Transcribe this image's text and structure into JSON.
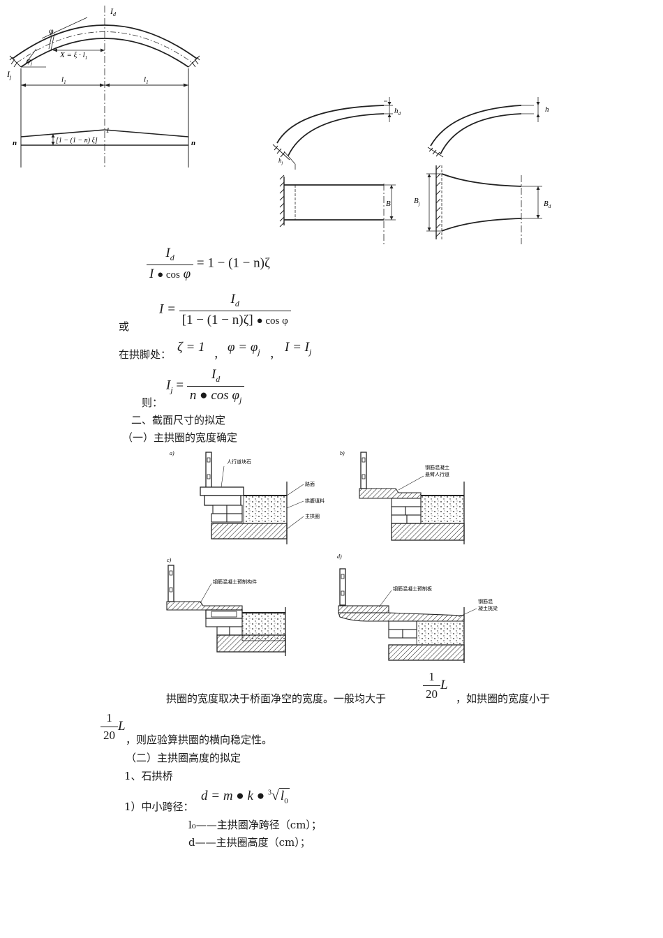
{
  "figure_arch": {
    "label_Id": "I",
    "label_Id_sub": "d",
    "label_phi": "φ",
    "label_phij": "φ",
    "label_phij_sub": "j",
    "label_x": "X = ξ · l",
    "label_x_sub": "1",
    "label_Ij": "I",
    "label_Ij_sub": "j",
    "label_l1_left": "l",
    "label_l1_right": "l",
    "label_l1_sub": "1",
    "label_n_left": "n",
    "label_n_right": "n",
    "label_one": "1",
    "label_formula": "[1 − (1 − n) ξ]"
  },
  "figure_width": {
    "left": {
      "h": "h",
      "h_sub": "d",
      "hj": "h",
      "hj_sub": "j",
      "B": "B"
    },
    "right": {
      "h": "h",
      "Bj": "B",
      "Bj_sub": "j",
      "Bd": "B",
      "Bd_sub": "d"
    }
  },
  "equations": {
    "eq1": {
      "num": "I",
      "num_sub": "d",
      "den_a": "I",
      "den_b": "● cos",
      "den_c": "φ",
      "rhs": "= 1 − (1 − n)ζ"
    },
    "or_label": "或",
    "eq2": {
      "lhs": "I =",
      "num": "I",
      "num_sub": "d",
      "den": "[1 − (1 − n)ζ]",
      "den_tail": "● cos φ"
    },
    "at_foot_label": "在拱脚处：",
    "cond1": "ζ = 1",
    "cond2": "φ = φ",
    "cond2_sub": "j",
    "cond3": "I = I",
    "cond3_sub": "j",
    "sep": "，",
    "then_label": "则：",
    "eq3": {
      "lhs": "I",
      "lhs_sub": "j",
      "eq": "=",
      "num": "I",
      "num_sub": "d",
      "den": "n ● cos φ",
      "den_sub": "j"
    }
  },
  "section2_title": "二、截面尺寸的拟定",
  "section2_1_title": "（一）主拱圈的宽度确定",
  "cross_sections": {
    "a": {
      "tag": "a)",
      "l1": "人行道块石",
      "l2": "路面",
      "l3": "拱腹填料",
      "l4": "主拱圈"
    },
    "b": {
      "tag": "b)",
      "l1": "钢筋混凝土",
      "l2": "悬臂人行道"
    },
    "c": {
      "tag": "c)",
      "l1": "钢筋混凝土预制构件"
    },
    "d": {
      "tag": "d)",
      "l1": "钢筋混凝土预制板",
      "l2": "钢筋混",
      "l3": "凝土挑梁"
    }
  },
  "para1": {
    "text_a": "拱圈的宽度取决于桥面净空的宽度。一般均大于",
    "frac_num": "1",
    "frac_den": "20",
    "frac_var": "L",
    "text_b": "，如拱圈的宽度小于",
    "text_c": "，则应验算拱圈的横向稳定性。"
  },
  "section2_2_title": "（二）主拱圈高度的拟定",
  "item1": "1、石拱桥",
  "item1_1_label": "1）中小跨径：",
  "formula_d": {
    "lhs": "d = m ● k ●",
    "root_index": "3",
    "radicand": "l",
    "radicand_sub": "0"
  },
  "def1": "l₀——主拱圈净跨径（cm）；",
  "def2": "d——主拱圈高度（cm）；"
}
